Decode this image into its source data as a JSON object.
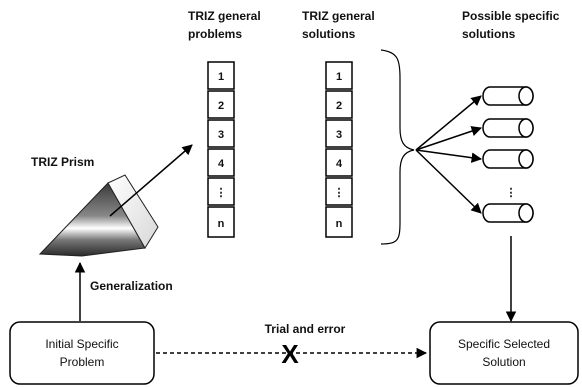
{
  "headers": {
    "problems_line1": "TRIZ general",
    "problems_line2": "problems",
    "solutions_line1": "TRIZ general",
    "solutions_line2": "solutions",
    "specific_line1": "Possible specific",
    "specific_line2": "solutions"
  },
  "prism_label": "TRIZ Prism",
  "generalization_label": "Generalization",
  "trial_label": "Trial and error",
  "x_mark": "X",
  "problem_box": {
    "line1": "Initial Specific",
    "line2": "Problem"
  },
  "solution_box": {
    "line1": "Specific Selected",
    "line2": "Solution"
  },
  "problems_list": [
    "1",
    "2",
    "3",
    "4",
    "⋮",
    "n"
  ],
  "solutions_list": [
    "1",
    "2",
    "3",
    "4",
    "⋮",
    "n"
  ],
  "specific_ellipsis": "⋮",
  "colors": {
    "stroke": "#000000",
    "prism_dark": "#3a3a3a",
    "prism_light": "#f0f0f0"
  }
}
